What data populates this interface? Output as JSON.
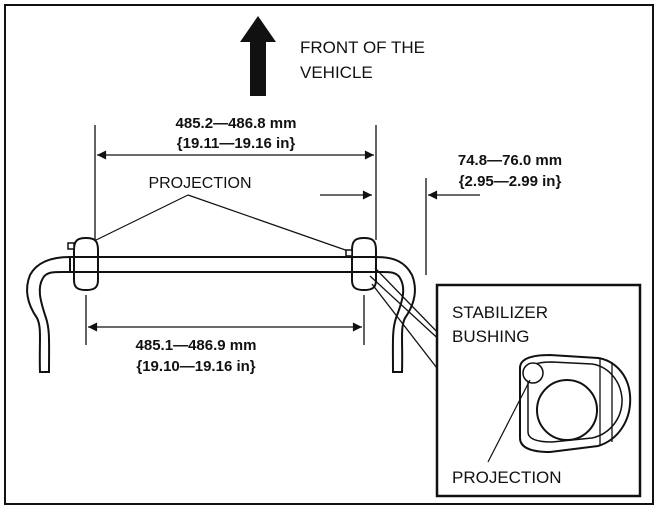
{
  "direction": {
    "line1": "FRONT OF THE",
    "line2": "VEHICLE"
  },
  "top_dimension": {
    "metric": "485.2—486.8 mm",
    "imperial": "{19.11—19.16 in}"
  },
  "offset_dimension": {
    "metric": "74.8—76.0 mm",
    "imperial": "{2.95—2.99 in}"
  },
  "bottom_dimension": {
    "metric": "485.1—486.9 mm",
    "imperial": "{19.10—19.16 in}"
  },
  "projection_label": "PROJECTION",
  "detail": {
    "title_line1": "STABILIZER",
    "title_line2": "BUSHING",
    "projection_label": "PROJECTION"
  },
  "colors": {
    "ink": "#111111",
    "paper": "#ffffff"
  }
}
